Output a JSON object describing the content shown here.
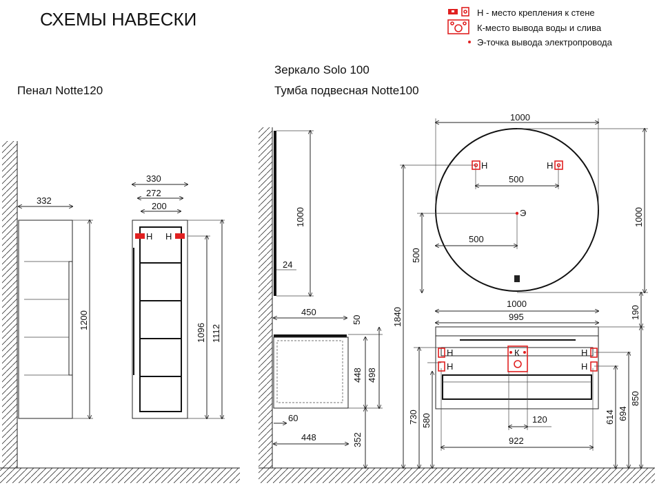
{
  "title": "СХЕМЫ НАВЕСКИ",
  "legend": {
    "mount": "Н - место крепления к стене",
    "water": "К-место вывода воды и слива",
    "electric": "Э-точка вывода электропровода",
    "accent_color": "#e02020"
  },
  "products": {
    "penal": "Пенал Notte120",
    "mirror": "Зеркало Solo 100",
    "cabinet": "Тумба подвесная Notte100"
  },
  "marks": {
    "mount": "Н",
    "water": "К",
    "electric": "Э"
  },
  "penal_dims": {
    "depth": "332",
    "height": "1200",
    "width": "330",
    "inner_width": "272",
    "mount_spacing": "200",
    "mount_height_1": "1096",
    "mount_height_2": "1112"
  },
  "mirror_dims": {
    "height_side": "1000",
    "thickness": "24",
    "width": "1000",
    "height": "1000",
    "mount_spacing": "500",
    "electric_x": "500",
    "electric_y": "500",
    "top_height": "1840"
  },
  "cabinet_dims": {
    "counter_depth": "450",
    "counter_thick": "50",
    "body_h1": "448",
    "body_h2": "498",
    "inset": "60",
    "body_depth": "448",
    "floor_gap": "352",
    "counter_width": "1000",
    "body_width": "995",
    "gap": "190",
    "h730": "730",
    "h580": "580",
    "h614": "614",
    "h694": "694",
    "h850": "850",
    "spacing": "922",
    "drain": "120"
  }
}
